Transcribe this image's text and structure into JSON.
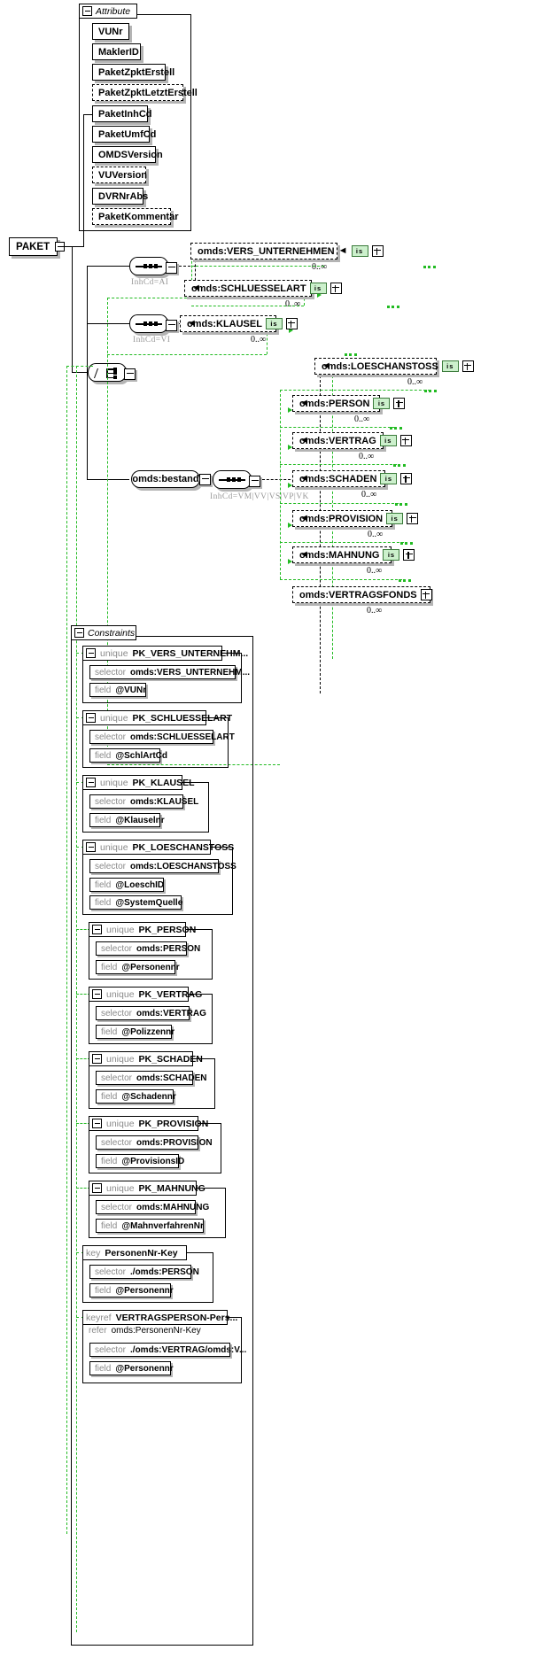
{
  "diagram": {
    "type": "xsd-schema-diagram",
    "root": {
      "label": "PAKET",
      "toggle": "minus"
    }
  },
  "attribute_group": {
    "title": "Attribute",
    "toggle_icon": "minus-icon",
    "items": [
      {
        "label": "VUNr",
        "optional": false
      },
      {
        "label": "MaklerID",
        "optional": false
      },
      {
        "label": "PaketZpktErstell",
        "optional": false
      },
      {
        "label": "PaketZpktLetztErstell",
        "optional": true
      },
      {
        "label": "PaketInhCd",
        "optional": false
      },
      {
        "label": "PaketUmfCd",
        "optional": false
      },
      {
        "label": "OMDSVersion",
        "optional": false
      },
      {
        "label": "VUVersion",
        "optional": true
      },
      {
        "label": "DVRNrAbs",
        "optional": false
      },
      {
        "label": "PaketKommentar",
        "optional": true
      }
    ]
  },
  "compositors": [
    {
      "id": "seq-ai",
      "kind": "sequence",
      "annotation": "InhCd=AI"
    },
    {
      "id": "seq-vi",
      "kind": "sequence",
      "annotation": "InhCd=VI"
    },
    {
      "id": "choice-root",
      "kind": "choice",
      "annotation": ""
    },
    {
      "id": "seq-bestand",
      "kind": "sequence",
      "annotation": "InhCd=VM|VV|VS|VP|VK"
    }
  ],
  "bestand_element": {
    "label": "omds:bestand",
    "toggle": "minus"
  },
  "elements": [
    {
      "label": "omds:VERS_UNTERNEHMEN",
      "badge": "is",
      "expand": true,
      "cardinality": "0..∞",
      "group": "seq-ai"
    },
    {
      "label": "omds:SCHLUESSELART",
      "badge": "is",
      "expand": true,
      "cardinality": "0..∞",
      "group": "seq-ai"
    },
    {
      "label": "omds:KLAUSEL",
      "badge": "is",
      "expand": true,
      "cardinality": "0..∞",
      "group": "seq-vi"
    },
    {
      "label": "omds:LOESCHANSTOSS",
      "badge": "is",
      "expand": true,
      "cardinality": "0..∞",
      "group": "seq-bestand"
    },
    {
      "label": "omds:PERSON",
      "badge": "is",
      "expand": true,
      "cardinality": "0..∞",
      "group": "seq-bestand"
    },
    {
      "label": "omds:VERTRAG",
      "badge": "is",
      "expand": true,
      "cardinality": "0..∞",
      "group": "seq-bestand"
    },
    {
      "label": "omds:SCHADEN",
      "badge": "is",
      "expand": true,
      "cardinality": "0..∞",
      "group": "seq-bestand"
    },
    {
      "label": "omds:PROVISION",
      "badge": "is",
      "expand": true,
      "cardinality": "0..∞",
      "group": "seq-bestand"
    },
    {
      "label": "omds:MAHNUNG",
      "badge": "is",
      "expand": true,
      "cardinality": "0..∞",
      "group": "seq-bestand"
    },
    {
      "label": "omds:VERTRAGSFONDS",
      "badge": "",
      "expand": true,
      "cardinality": "0..∞",
      "group": "seq-bestand"
    }
  ],
  "constraints": {
    "title": "Constraints",
    "toggle_icon": "minus-icon",
    "items": [
      {
        "kind": "unique",
        "name": "PK_VERS_UNTERNEHM...",
        "rows": [
          {
            "k": "selector",
            "v": "omds:VERS_UNTERNEHM..."
          },
          {
            "k": "field",
            "v": "@VUNr"
          }
        ]
      },
      {
        "kind": "unique",
        "name": "PK_SCHLUESSELART",
        "rows": [
          {
            "k": "selector",
            "v": "omds:SCHLUESSELART"
          },
          {
            "k": "field",
            "v": "@SchlArtCd"
          }
        ]
      },
      {
        "kind": "unique",
        "name": "PK_KLAUSEL",
        "rows": [
          {
            "k": "selector",
            "v": "omds:KLAUSEL"
          },
          {
            "k": "field",
            "v": "@Klauselnr"
          }
        ]
      },
      {
        "kind": "unique",
        "name": "PK_LOESCHANSTOSS",
        "rows": [
          {
            "k": "selector",
            "v": "omds:LOESCHANSTOSS"
          },
          {
            "k": "field",
            "v": "@LoeschID"
          },
          {
            "k": "field",
            "v": "@SystemQuelle"
          }
        ]
      },
      {
        "kind": "unique",
        "name": "PK_PERSON",
        "rows": [
          {
            "k": "selector",
            "v": "omds:PERSON"
          },
          {
            "k": "field",
            "v": "@Personennr"
          }
        ]
      },
      {
        "kind": "unique",
        "name": "PK_VERTRAG",
        "rows": [
          {
            "k": "selector",
            "v": "omds:VERTRAG"
          },
          {
            "k": "field",
            "v": "@Polizzennr"
          }
        ]
      },
      {
        "kind": "unique",
        "name": "PK_SCHADEN",
        "rows": [
          {
            "k": "selector",
            "v": "omds:SCHADEN"
          },
          {
            "k": "field",
            "v": "@Schadennr"
          }
        ]
      },
      {
        "kind": "unique",
        "name": "PK_PROVISION",
        "rows": [
          {
            "k": "selector",
            "v": "omds:PROVISION"
          },
          {
            "k": "field",
            "v": "@ProvisionsID"
          }
        ]
      },
      {
        "kind": "unique",
        "name": "PK_MAHNUNG",
        "rows": [
          {
            "k": "selector",
            "v": "omds:MAHNUNG"
          },
          {
            "k": "field",
            "v": "@MahnverfahrenNr"
          }
        ]
      },
      {
        "kind": "key",
        "name": "PersonenNr-Key",
        "rows": [
          {
            "k": "selector",
            "v": "./omds:PERSON"
          },
          {
            "k": "field",
            "v": "@Personennr"
          }
        ]
      },
      {
        "kind": "keyref",
        "name": "VERTRAGSPERSON-Pers...",
        "refer": {
          "k": "refer",
          "v": "omds:PersonenNr-Key"
        },
        "rows": [
          {
            "k": "selector",
            "v": "./omds:VERTRAG/omds:V..."
          },
          {
            "k": "field",
            "v": "@Personennr"
          }
        ]
      }
    ]
  },
  "colors": {
    "green_accent": "#22bb22",
    "shadow": "#b4b4b4",
    "muted_text": "#8a8a8a",
    "badge_bg": "#ccf0cc"
  }
}
